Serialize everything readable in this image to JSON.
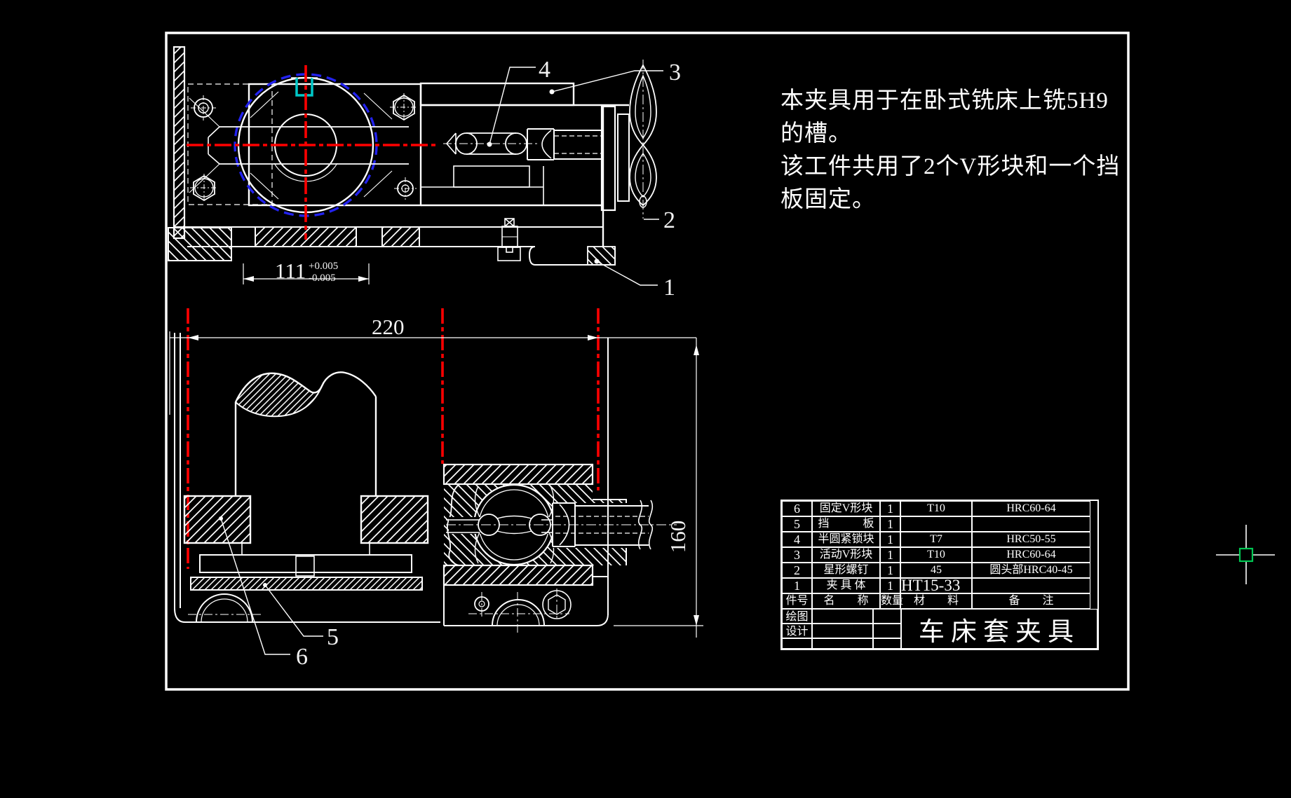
{
  "notes": {
    "line1": "本夹具用于在卧式铣床上铣5H9",
    "line2": "的槽。",
    "line3": "该工件共用了2个V形块和一个挡",
    "line4": "板固定。"
  },
  "dimensions": {
    "top_width": "111",
    "tol_plus": "+0.005",
    "tol_minus": "-0.005",
    "bottom_width": "220",
    "side_height": "160"
  },
  "part_labels": {
    "p1": "1",
    "p2": "2",
    "p3": "3",
    "p4": "4",
    "p5": "5",
    "p6": "6"
  },
  "bom": {
    "header": {
      "no": "件号",
      "name": "名　　称",
      "qty": "数量",
      "material": "材　　料",
      "remark": "备　　注"
    },
    "rows": [
      {
        "no": "6",
        "name": "固定V形块",
        "qty": "1",
        "material": "T10",
        "remark": "HRC60-64"
      },
      {
        "no": "5",
        "name": "挡　　　板",
        "qty": "1",
        "material": "",
        "remark": ""
      },
      {
        "no": "4",
        "name": "半圆紧锁块",
        "qty": "1",
        "material": "T7",
        "remark": "HRC50-55"
      },
      {
        "no": "3",
        "name": "活动V形块",
        "qty": "1",
        "material": "T10",
        "remark": "HRC60-64"
      },
      {
        "no": "2",
        "name": "星形螺钉",
        "qty": "1",
        "material": "45",
        "remark": "圆头部HRC40-45"
      },
      {
        "no": "1",
        "name": "夹 具 体",
        "qty": "1",
        "material": "HT15-33",
        "remark": ""
      }
    ],
    "footer": {
      "draw": "绘图",
      "design": "设计",
      "title": "车床套夹具"
    }
  },
  "colors": {
    "centerline_red": "#ff0000",
    "datum_blue": "#2222ee",
    "slot_cyan": "#00c8c8",
    "pickbox_green": "#00c853",
    "line_white": "#ffffff"
  }
}
